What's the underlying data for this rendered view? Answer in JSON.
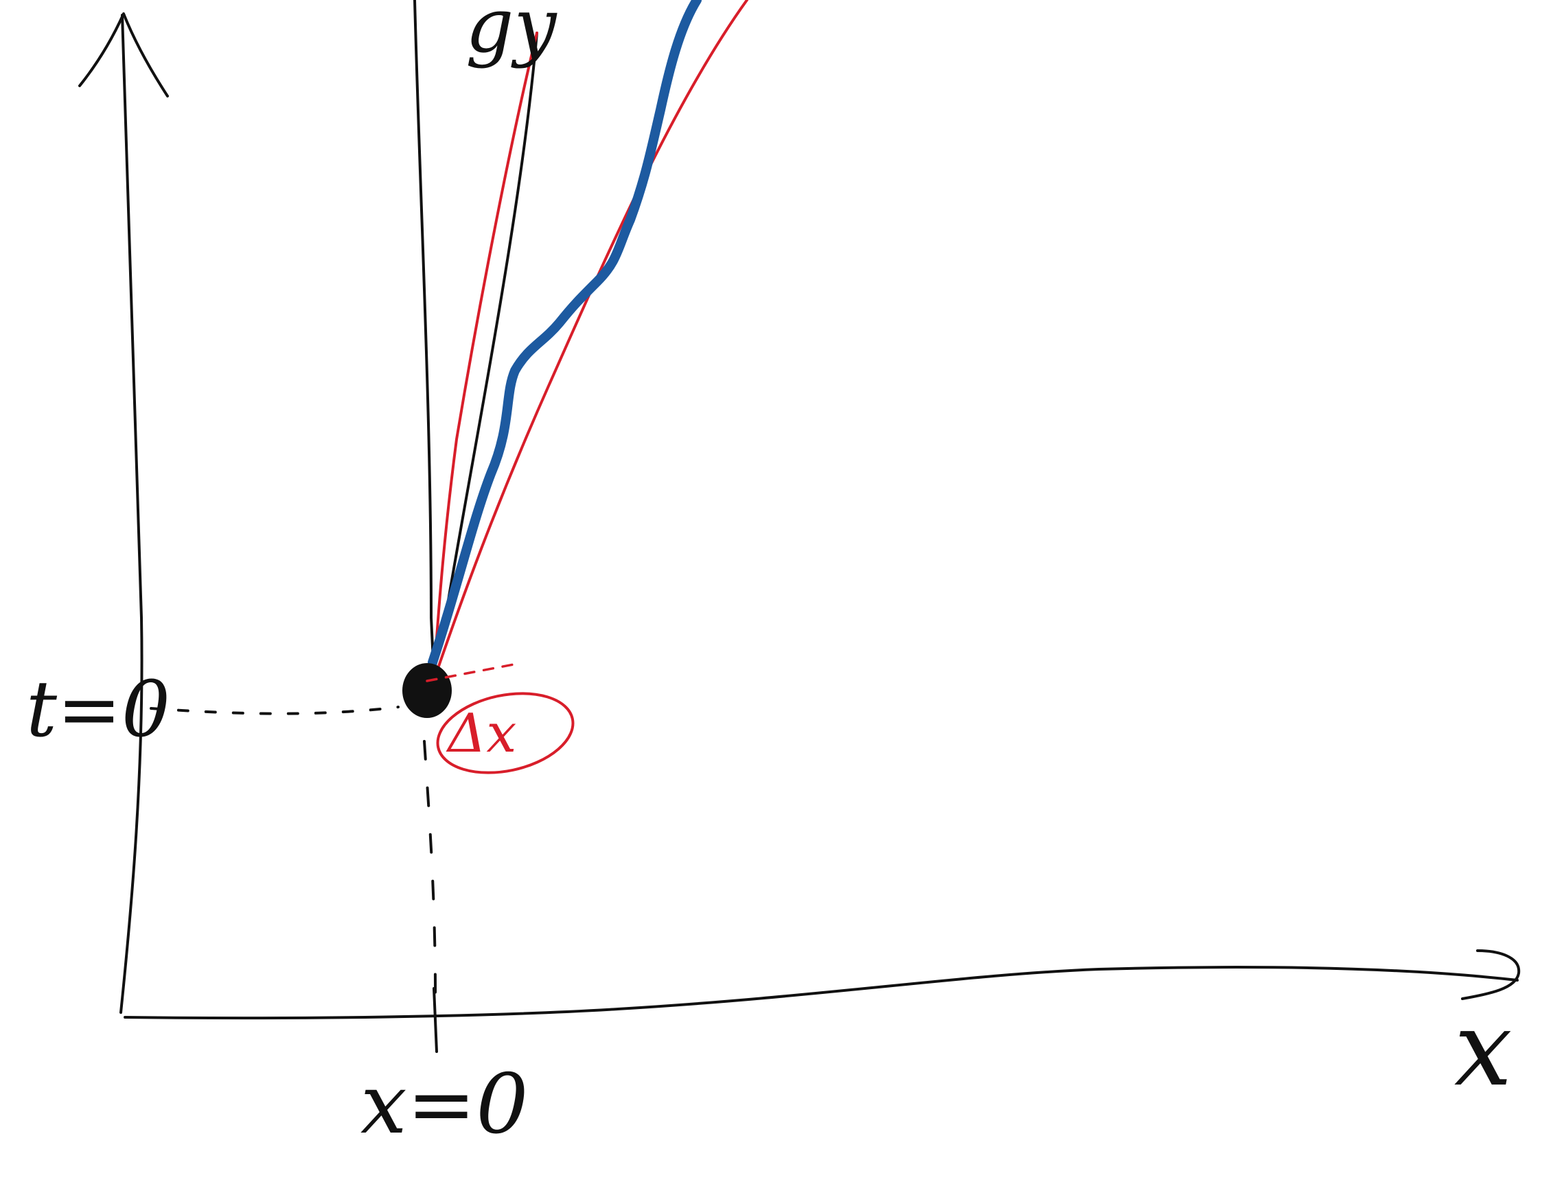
{
  "labels": {
    "t_zero": "t=0",
    "x_zero": "x=0",
    "x_axis": "x",
    "top_label": "gy",
    "circled": "Δx"
  },
  "colors": {
    "ink": "#111111",
    "red": "#d81e2a",
    "blue": "#1d5aa0",
    "background": "#ffffff"
  }
}
